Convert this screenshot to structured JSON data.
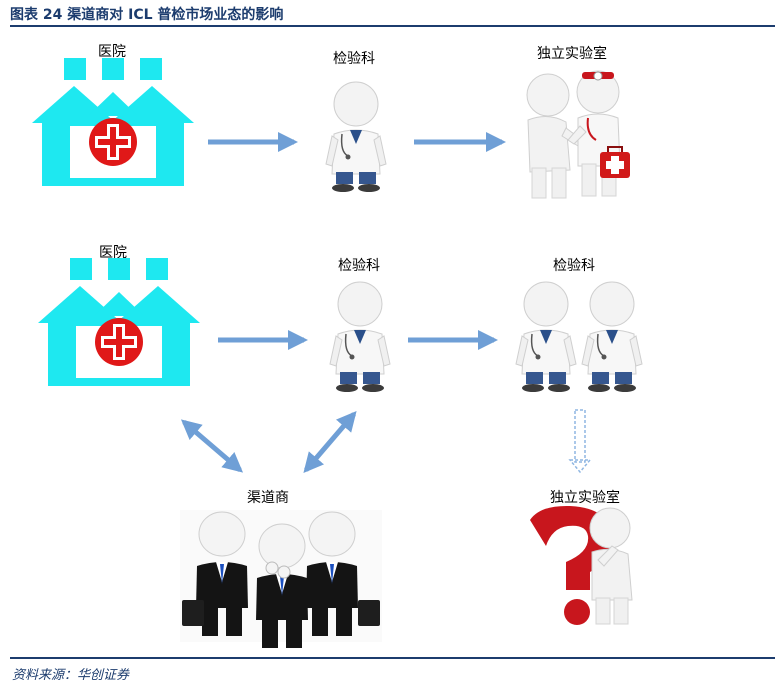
{
  "header": {
    "title": "图表 24 渠道商对 ICL 普检市场业态的影响"
  },
  "top_row": {
    "hospital_label": "医院",
    "lab_dept_label": "检验科",
    "independent_lab_label": "独立实验室"
  },
  "bottom_row": {
    "hospital_label": "医院",
    "lab_dept_label": "检验科",
    "lab_dept_pair_label": "检验科",
    "distributor_label": "渠道商",
    "independent_lab_label": "独立实验室"
  },
  "footer": {
    "source": "资料来源：华创证券"
  },
  "colors": {
    "title": "#1c3c6e",
    "hospital": "#1ee8f0",
    "cross": "#e01818",
    "arrow": "#6f9fd6",
    "figure": "#f2f2f2",
    "question": "#c8161d"
  }
}
